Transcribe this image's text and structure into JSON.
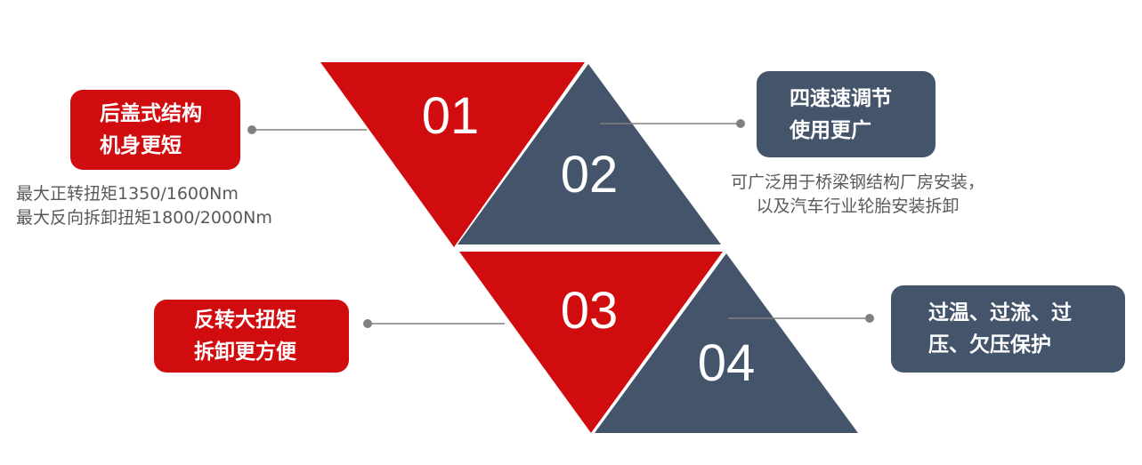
{
  "segments": [
    {
      "number": "01",
      "color": "#d10c0f",
      "title_lines": [
        "后盖式结构",
        "机身更短"
      ],
      "desc_lines": [
        "最大正转扭矩1350/1600Nm",
        "最大反向拆卸扭矩1800/2000Nm"
      ]
    },
    {
      "number": "02",
      "color": "#44546a",
      "title_lines": [
        "四速速调节",
        "使用更广"
      ],
      "desc_lines": [
        "可广泛用于桥梁钢结构厂房安装，",
        "以及汽车行业轮胎安装拆卸"
      ]
    },
    {
      "number": "03",
      "color": "#d10c0f",
      "title_lines": [
        "反转大扭矩",
        "拆卸更方便"
      ],
      "desc_lines": []
    },
    {
      "number": "04",
      "color": "#44546a",
      "title_lines": [
        "过温、过流、过",
        "压、欠压保护"
      ],
      "desc_lines": []
    }
  ],
  "connector_color": "#808080"
}
